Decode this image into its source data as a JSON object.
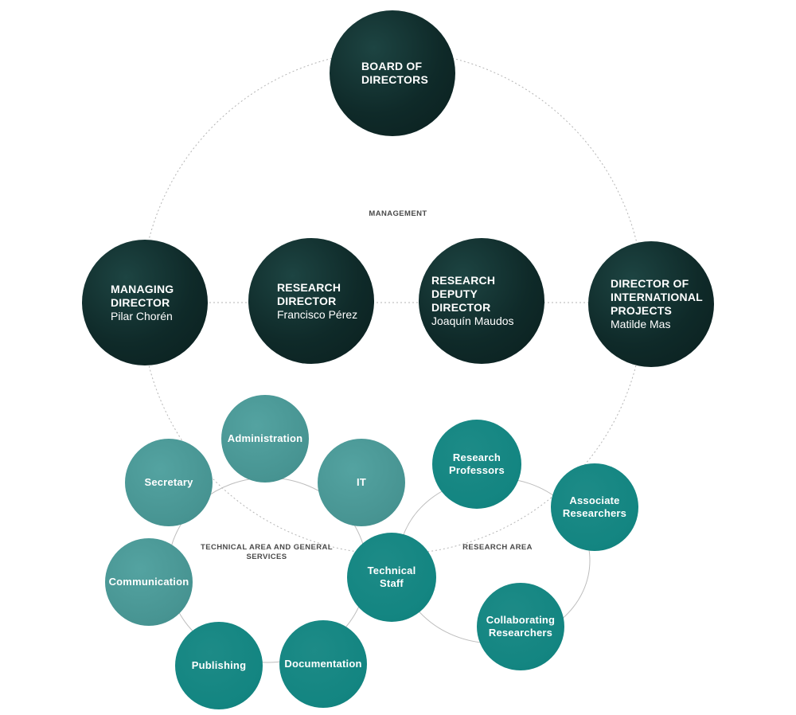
{
  "board": {
    "title_line1": "BOARD OF",
    "title_line2": "DIRECTORS"
  },
  "management": {
    "label": "MANAGEMENT",
    "members": [
      {
        "title_line1": "MANAGING",
        "title_line2": "DIRECTOR",
        "title_line3": "",
        "person": "Pilar Chorén"
      },
      {
        "title_line1": "RESEARCH",
        "title_line2": "DIRECTOR",
        "title_line3": "",
        "person": "Francisco Pérez"
      },
      {
        "title_line1": "RESEARCH DEPUTY",
        "title_line2": "DIRECTOR",
        "title_line3": "",
        "person": "Joaquín Maudos"
      },
      {
        "title_line1": "DIRECTOR OF",
        "title_line2": "INTERNATIONAL",
        "title_line3": "PROJECTS",
        "person": "Matilde Mas"
      }
    ]
  },
  "technical_area": {
    "label_line1": "TECHNICAL AREA AND GENERAL",
    "label_line2": "SERVICES",
    "units": {
      "administration": "Administration",
      "secretary": "Secretary",
      "it": "IT",
      "communication": "Communication",
      "publishing": "Publishing",
      "documentation": "Documentation"
    }
  },
  "technical_staff": {
    "line1": "Technical",
    "line2": "Staff"
  },
  "research_area": {
    "label": "RESEARCH AREA",
    "units": {
      "research_professors": {
        "line1": "Research",
        "line2": "Professors"
      },
      "associate_researchers": {
        "line1": "Associate",
        "line2": "Researchers"
      },
      "collaborating_researchers": {
        "line1": "Collaborating",
        "line2": "Researchers"
      }
    }
  },
  "colors": {
    "dark": "#0f2a29",
    "teal_light": "#479492",
    "teal": "#138581",
    "line": "#b5b5b5"
  }
}
